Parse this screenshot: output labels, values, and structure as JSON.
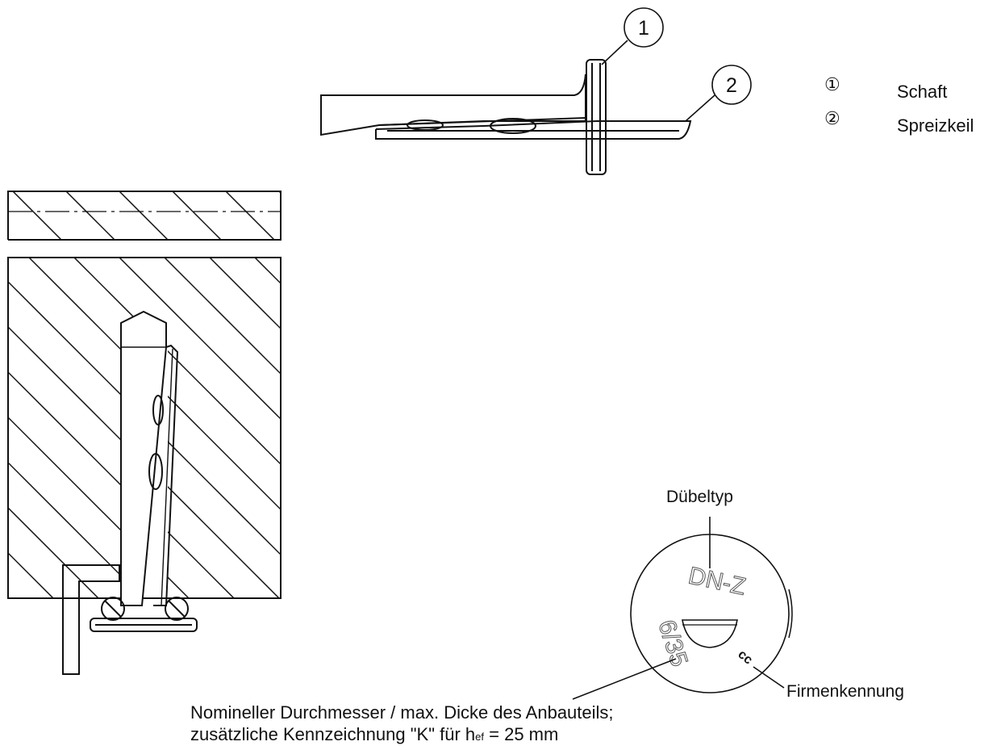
{
  "legend": [
    {
      "marker": "①",
      "label": "Schaft"
    },
    {
      "marker": "②",
      "label": "Spreizkeil"
    }
  ],
  "balloons": [
    "1",
    "2"
  ],
  "head_marking": {
    "type_text": "DN-Z",
    "size_text": "6/35",
    "company_text": "cc"
  },
  "callouts": {
    "type": "Dübeltyp",
    "company": "Firmenkennung",
    "size_line1": "Nomineller Durchmesser / max. Dicke des Anbauteils;",
    "size_line2_pre": "zusätzliche Kennzeichnung \"K\" für h",
    "size_line2_sub": "ef",
    "size_line2_post": " = 25 mm"
  },
  "colors": {
    "line": "#111111",
    "background": "#ffffff"
  }
}
